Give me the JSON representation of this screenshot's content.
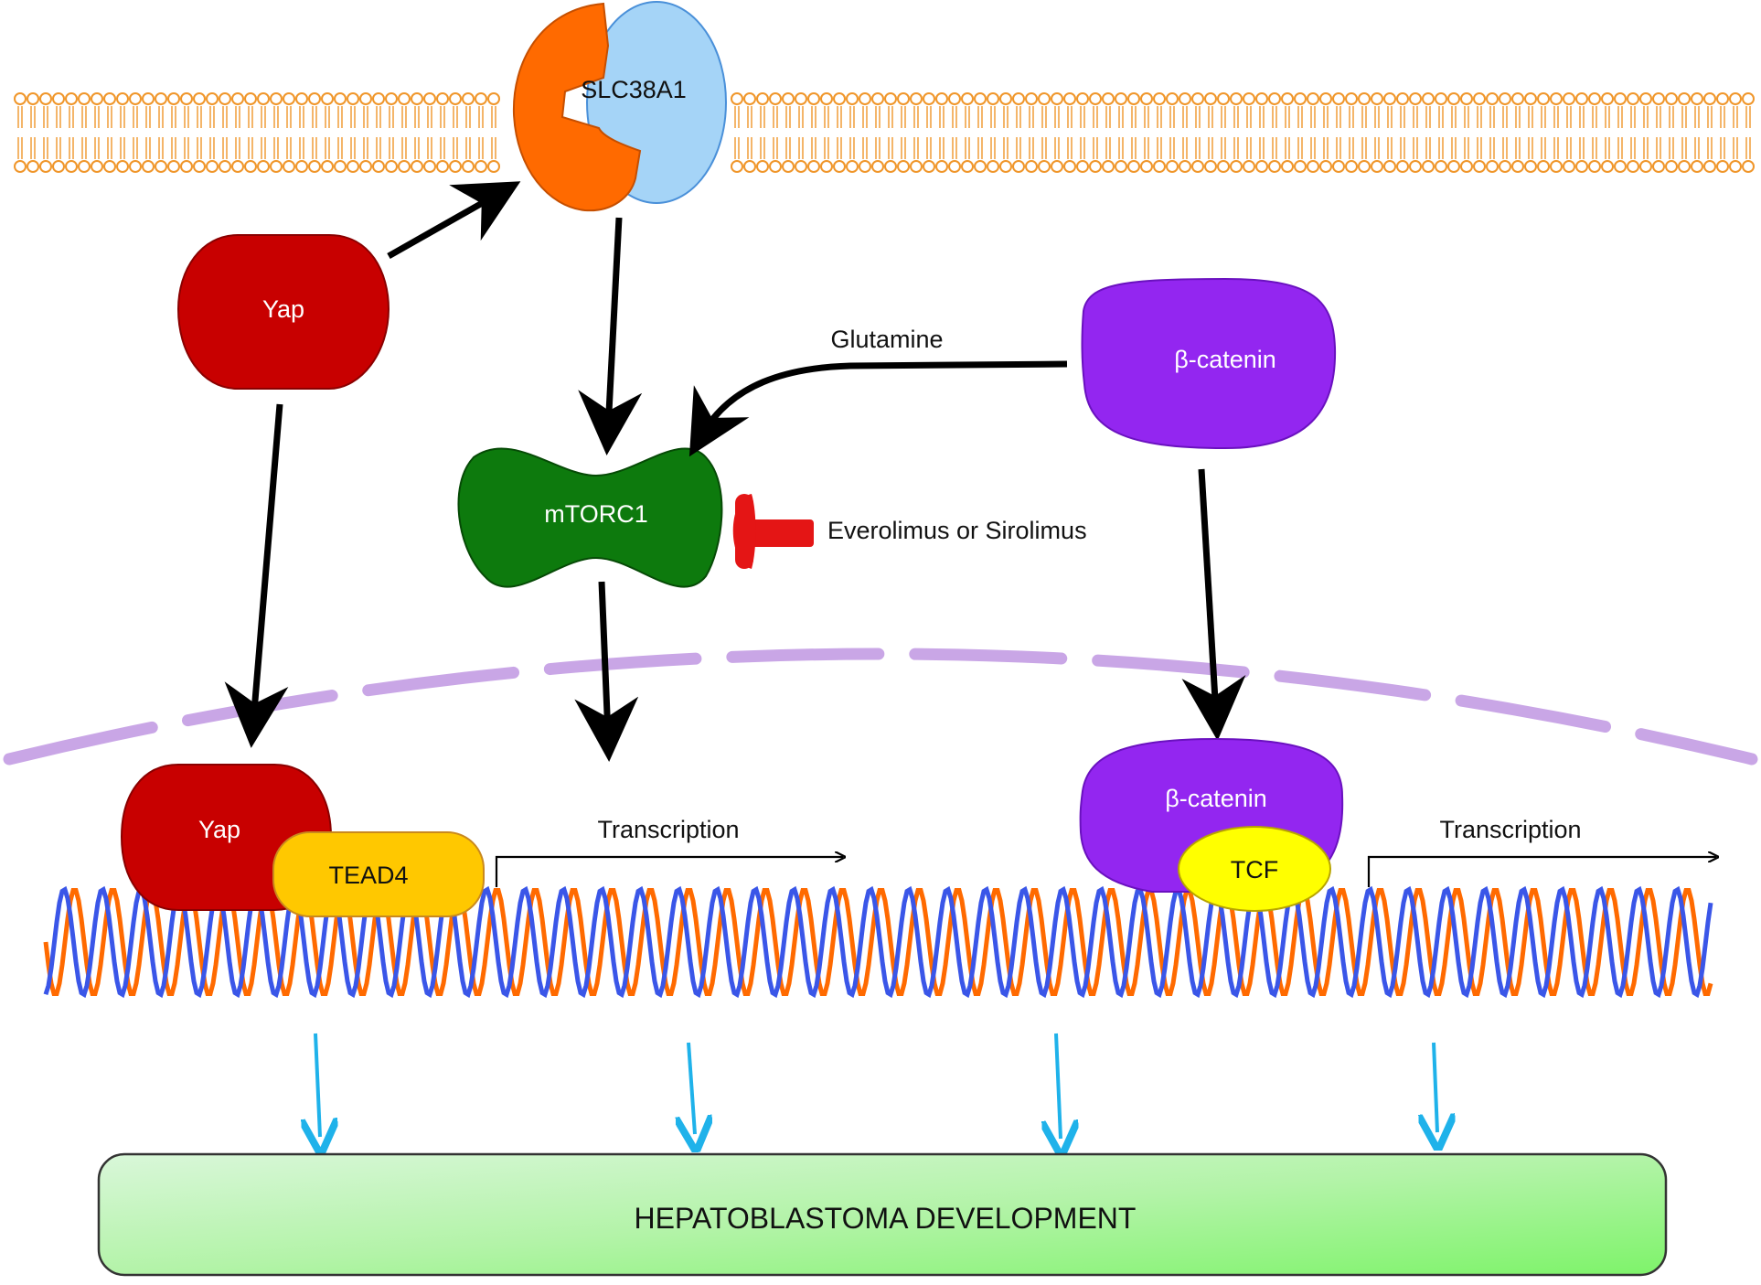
{
  "diagram": {
    "proteins": {
      "slc38a1": "SLC38A1",
      "yap_cytoplasm": "Yap",
      "beta_catenin_cytoplasm": "β-catenin",
      "mtorc1": "mTORC1",
      "yap_nucleus": "Yap",
      "tead4": "TEAD4",
      "beta_catenin_nucleus": "β-catenin",
      "tcf": "TCF"
    },
    "labels": {
      "glutamine": "Glutamine",
      "inhibitor": "Everolimus or Sirolimus",
      "transcription_left": "Transcription",
      "transcription_right": "Transcription"
    },
    "outcome": "HEPATOBLASTOMA DEVELOPMENT",
    "colors": {
      "membrane": "#f0962a",
      "yap": "#c80000",
      "slc_orange": "#ff6a00",
      "slc_blue": "#a5d4f7",
      "beta_catenin": "#9326f0",
      "mtorc1": "#0d7a0d",
      "tead4": "#ffc800",
      "tcf": "#ffff00",
      "inhibitor": "#e41515",
      "nuclear_envelope": "#c9a6e6",
      "dna_strand_a": "#ff6a00",
      "dna_strand_b": "#3a56e8",
      "outcome_arrows": "#1fb2ea"
    }
  }
}
